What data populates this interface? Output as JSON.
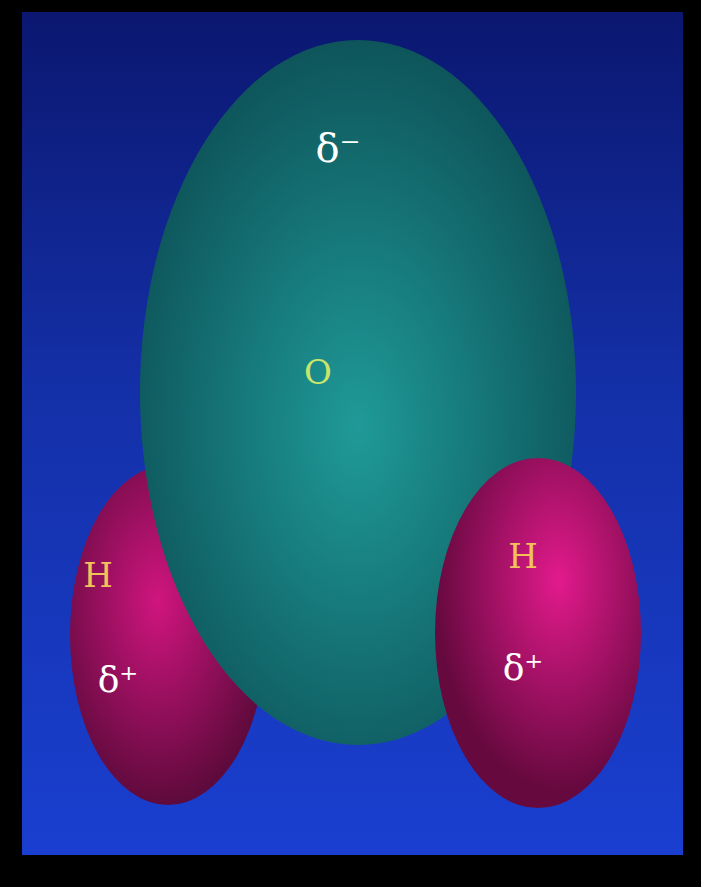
{
  "diagram": {
    "nodes": [
      {
        "text": [
          "δ⁻",
          "O"
        ]
      },
      {
        "text": [
          "H",
          "δ⁺"
        ]
      },
      {
        "text": [
          "H",
          "δ⁺"
        ]
      }
    ]
  }
}
